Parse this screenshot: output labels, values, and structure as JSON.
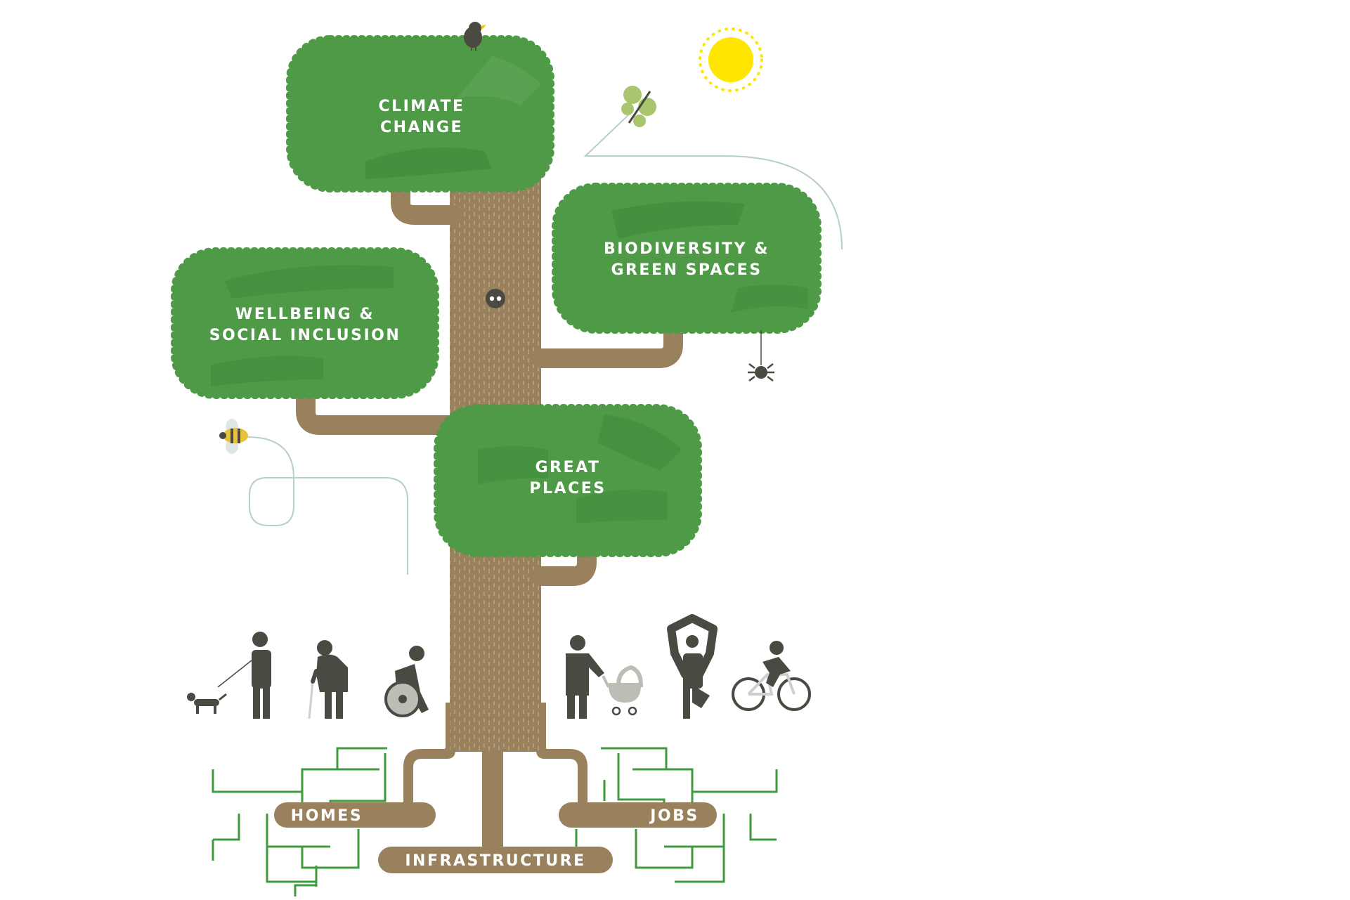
{
  "canopies": {
    "climate": {
      "line1": "CLIMATE",
      "line2": "CHANGE"
    },
    "biodiversity": {
      "line1": "BIODIVERSITY &",
      "line2": "GREEN SPACES"
    },
    "wellbeing": {
      "line1": "WELLBEING &",
      "line2": "SOCIAL INCLUSION"
    },
    "places": {
      "line1": "GREAT",
      "line2": "PLACES"
    }
  },
  "roots": {
    "homes": "HOMES",
    "infrastructure": "INFRASTRUCTURE",
    "jobs": "JOBS"
  },
  "people": [
    "dog-walker-icon",
    "elderly-person-with-cane-icon",
    "wheelchair-user-icon",
    "parent-with-pram-icon",
    "yoga-pose-icon",
    "cyclist-icon"
  ],
  "critters": [
    "bird-icon",
    "butterfly-icon",
    "spider-icon",
    "bee-icon",
    "owl-eyes-icon",
    "sun-icon"
  ],
  "colors": {
    "canopy": "#4f9a47",
    "canopy_dark": "#3f8a3a",
    "trunk": "#9a815e",
    "trunk_line": "#c2ad8b",
    "figure": "#4a4a42",
    "sun": "#ffe600",
    "grid_green": "#3e9b3e",
    "path_line": "#b7cfcc"
  }
}
